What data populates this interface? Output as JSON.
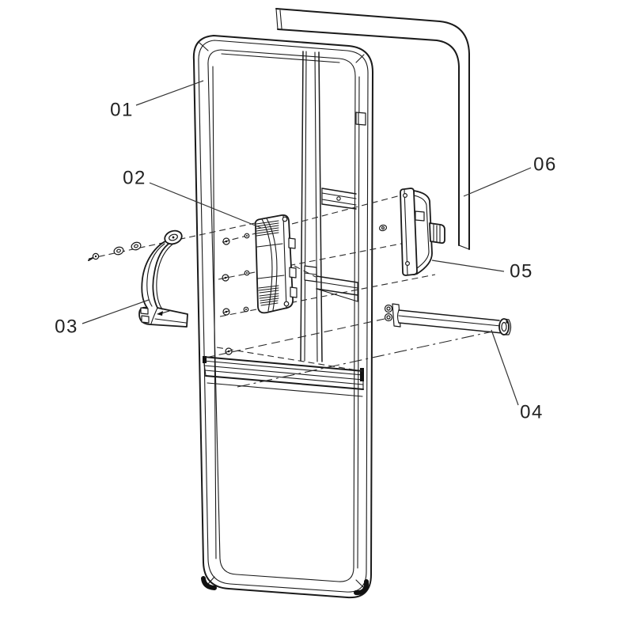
{
  "diagram": {
    "type": "exploded-parts-diagram",
    "background_color": "#ffffff",
    "line_color": "#1a1a1a",
    "label_color": "#222222",
    "callouts": [
      {
        "label": "01"
      },
      {
        "label": "02"
      },
      {
        "label": "03"
      },
      {
        "label": "04"
      },
      {
        "label": "05"
      },
      {
        "label": "06"
      }
    ]
  }
}
